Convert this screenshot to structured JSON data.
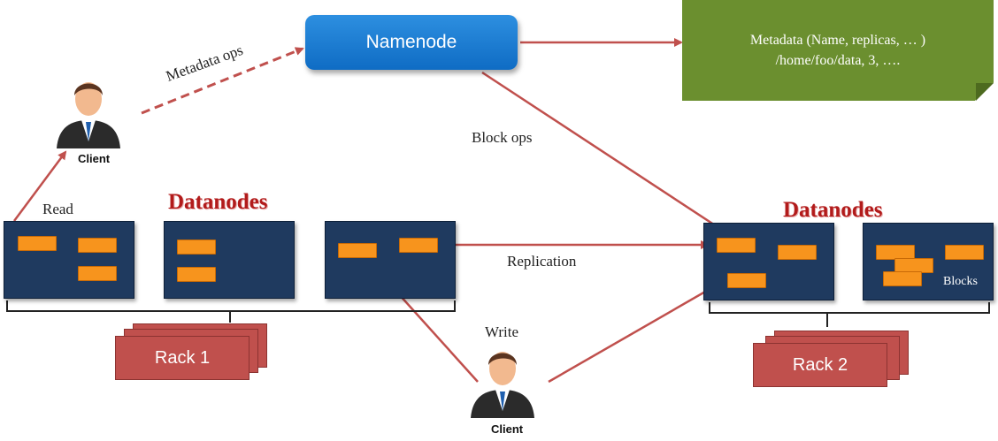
{
  "diagram": {
    "namenode": {
      "label": "Namenode"
    },
    "metadata_note": {
      "line1": "Metadata (Name, replicas, … )",
      "line2": "/home/foo/data, 3, …."
    },
    "edges": {
      "metadata_ops": "Metadata ops",
      "block_ops": "Block ops",
      "read": "Read",
      "write": "Write",
      "replication": "Replication"
    },
    "datanodes_left": {
      "title": "Datanodes",
      "nodes": 3
    },
    "datanodes_right": {
      "title": "Datanodes",
      "nodes": 2
    },
    "blocks_label": "Blocks",
    "racks": [
      {
        "label": "Rack 1"
      },
      {
        "label": "Rack 2"
      }
    ],
    "clients": [
      {
        "label": "Client"
      },
      {
        "label": "Client"
      }
    ],
    "colors": {
      "namenode": "#1a7ad4",
      "metadata_note": "#6b8f2f",
      "datanode": "#1f3a5f",
      "block": "#f7941d",
      "rack": "#c0504d",
      "arrow": "#c0504d",
      "datanodes_title": "#b21b1b"
    }
  }
}
